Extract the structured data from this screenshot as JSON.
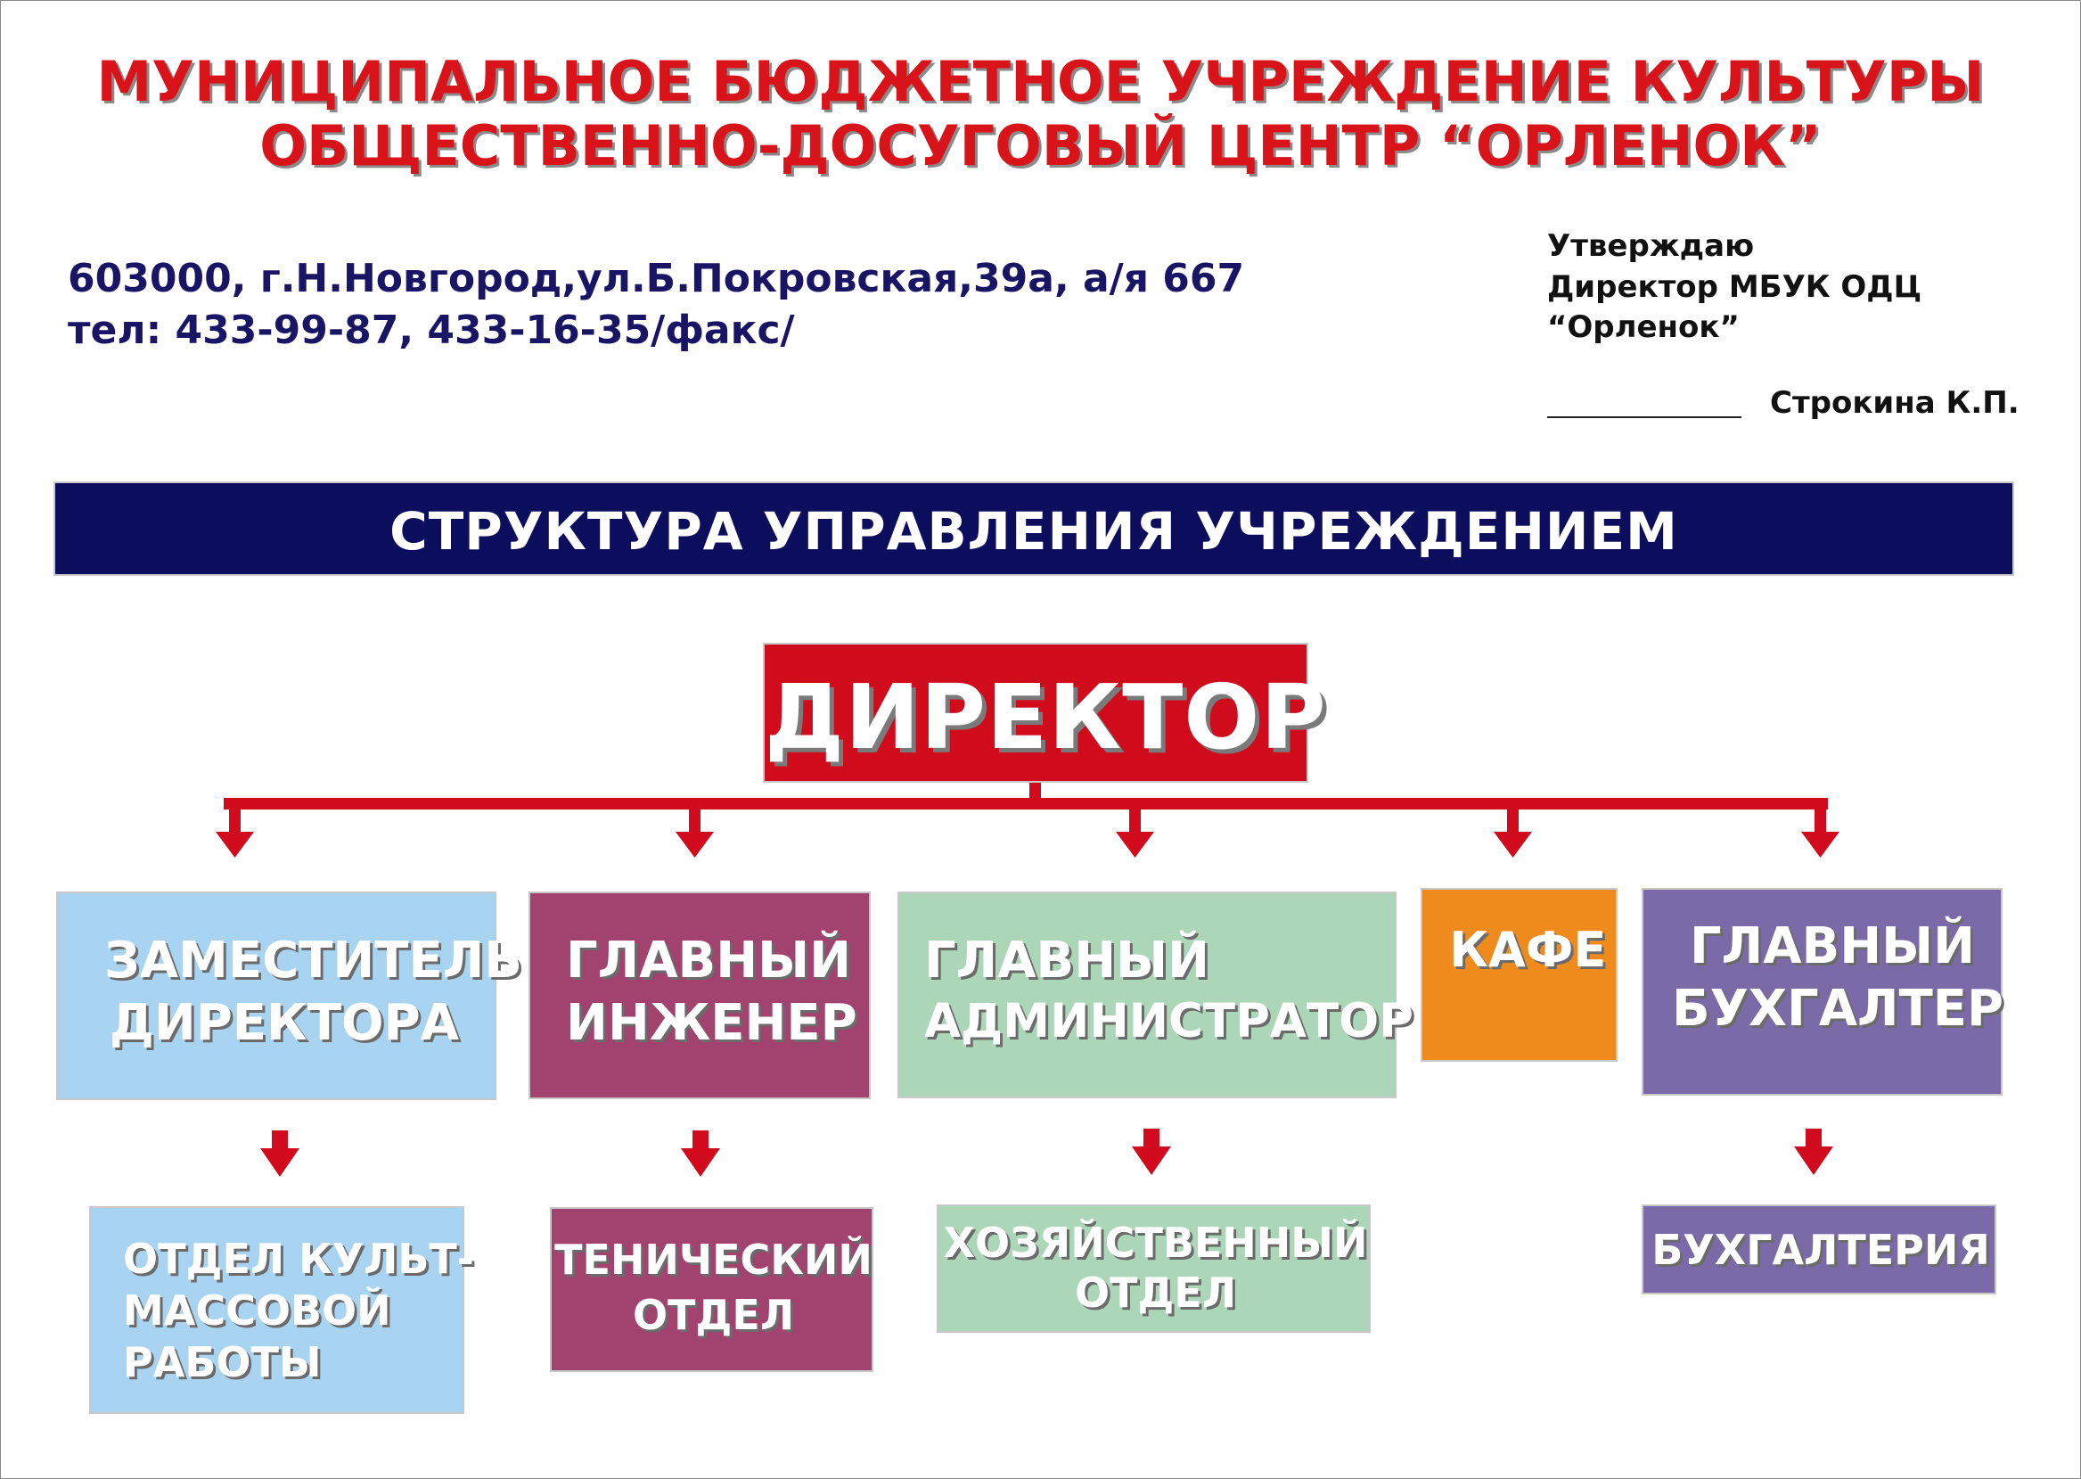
{
  "header": {
    "title_line1": "МУНИЦИПАЛЬНОЕ БЮДЖЕТНОЕ УЧРЕЖДЕНИЕ КУЛЬТУРЫ",
    "title_line2": "ОБЩЕСТВЕННО-ДОСУГОВЫЙ ЦЕНТР “ОРЛЕНОК”",
    "address_line1": "603000, г.Н.Новгород,ул.Б.Покровская,39а, а/я 667",
    "address_line2": "тел: 433-99-87, 433-16-35/факс/"
  },
  "approval": {
    "line1": "Утверждаю",
    "line2": "Директор МБУК ОДЦ",
    "line3": "“Орленок”",
    "signer": "Строкина К.П."
  },
  "banner": {
    "title": "СТРУКТУРА УПРАВЛЕНИЯ УЧРЕЖДЕНИЕМ"
  },
  "org": {
    "director": "ДИРЕКТОР",
    "deputy": {
      "line1": "ЗАМЕСТИТЕЛЬ",
      "line2": "ДИРЕКТОРА"
    },
    "engineer": {
      "line1": "ГЛАВНЫЙ",
      "line2": "ИНЖЕНЕР"
    },
    "administrator": {
      "line1": "ГЛАВНЫЙ",
      "line2": "АДМИНИСТРАТОР"
    },
    "cafe": "КАФЕ",
    "accountant": {
      "line1": "ГЛАВНЫЙ",
      "line2": "БУХГАЛТЕР"
    },
    "culture_dept": {
      "line1": "ОТДЕЛ КУЛЬТ-",
      "line2": "МАССОВОЙ",
      "line3": "РАБОТЫ"
    },
    "tech_dept": {
      "line1": "ТЕНИЧЕСКИЙ",
      "line2": "ОТДЕЛ"
    },
    "household_dept": {
      "line1": "ХОЗЯЙСТВЕННЫЙ",
      "line2": "ОТДЕЛ"
    },
    "accounting_dept": "БУХГАЛТЕРИЯ"
  },
  "colors": {
    "title_red": "#d8141a",
    "address_navy": "#1a1464",
    "banner_navy": "#0d0d5e",
    "director_red": "#cf0b1c",
    "connector_red": "#d20a1e",
    "deputy_blue": "#a8d4f2",
    "engineer_purple": "#a2426f",
    "admin_green": "#acd6b8",
    "cafe_orange": "#ef8a1c",
    "accountant_violet": "#7a6aa8"
  }
}
